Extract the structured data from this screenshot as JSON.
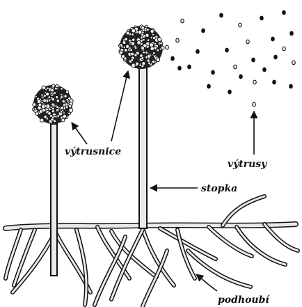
{
  "labels": {
    "sporangia": "výtrusnice",
    "spores": "výtrusy",
    "stalk": "stopka",
    "mycelium": "podhoubí"
  },
  "colors": {
    "ink": "#111111",
    "fill": "#e9e9e9",
    "background": "#ffffff"
  }
}
